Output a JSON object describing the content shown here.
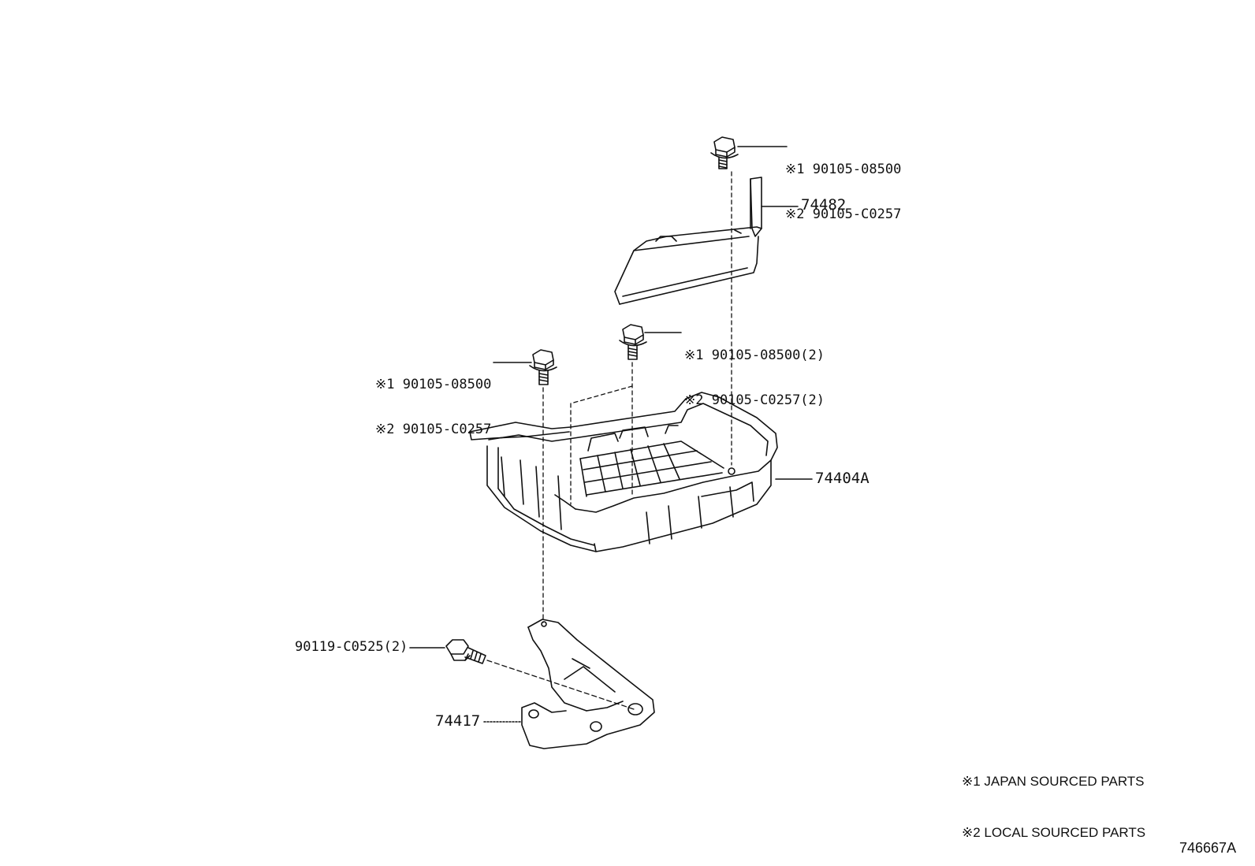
{
  "callouts": {
    "bolt_top": {
      "line1": "※1 90105-08500",
      "line2": "※2 90105-C0257"
    },
    "bracket_top": {
      "part": "74482"
    },
    "bolt_mid": {
      "line1": "※1 90105-08500(2)",
      "line2": "※2 90105-C0257(2)"
    },
    "bolt_left": {
      "line1": "※1 90105-08500",
      "line2": "※2 90105-C0257"
    },
    "tray": {
      "part": "74404A"
    },
    "bolt_lower": {
      "part": "90119-C0525(2)"
    },
    "bracket_lower": {
      "part": "74417"
    }
  },
  "notes": {
    "note1": "※1 JAPAN SOURCED PARTS",
    "note2": "※2 LOCAL SOURCED PARTS"
  },
  "diagram_ref": "746667A"
}
